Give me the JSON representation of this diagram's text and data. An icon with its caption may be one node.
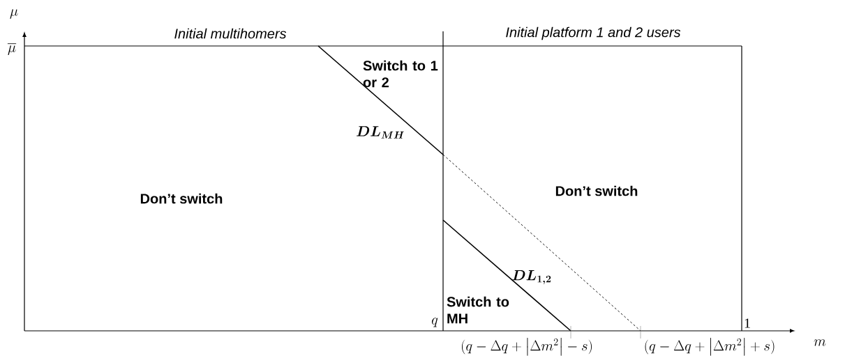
{
  "diagram": {
    "labels": [
      "\\mu",
      "\\overline{\\mu}",
      "Initial multihomers",
      "Initial platform 1 and 2 users",
      "Switch to 1 or 2",
      "\\boldsymbol{DL_{MH}}",
      "Don’t switch",
      "Don’t switch",
      "\\boldsymbol{DL_{1,2}}",
      "Switch to MH",
      "q",
      "1",
      "m",
      "(q-\\Delta q+\\left|\\Delta m^{2}\\right|-s)",
      "(q-\\Delta q+\\left|\\Delta m^{2}\\right|+s)"
    ]
  }
}
